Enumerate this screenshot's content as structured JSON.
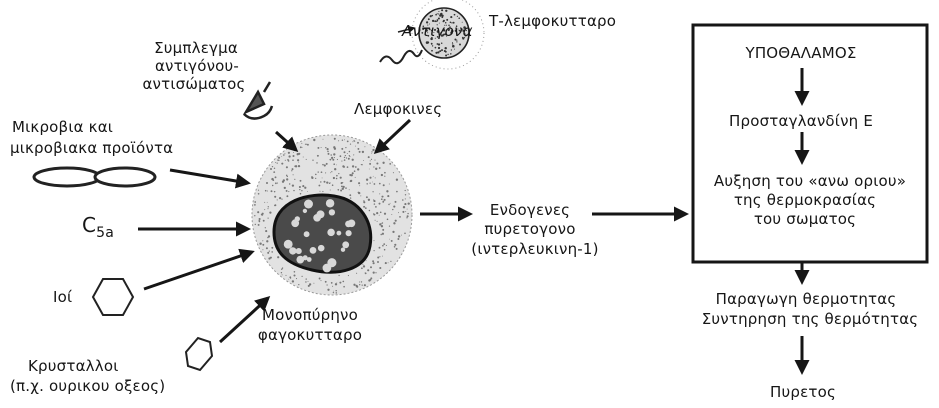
{
  "tcell": {
    "antigen": "Αντιγονα",
    "label": "Τ-λεμφοκυτταρο"
  },
  "complex": {
    "line1": "Συμπλεγμα",
    "line2": "αντιγόνου-",
    "line3": "αντισώματος"
  },
  "lymphokines": "Λεμφοκινες",
  "microbes": {
    "line1": "Μικροβια και",
    "line2": "μικροβιακα προϊόντα"
  },
  "c5a": {
    "base": "C",
    "sub": "5a"
  },
  "viruses": "Ιοί",
  "crystals": {
    "line1": "Κρυσταλλοι",
    "line2": "(π.χ. ουρικου οξεος)"
  },
  "phagocyte": {
    "line1": "Μονοπύρηνο",
    "line2": "φαγοκυτταρο"
  },
  "pyrogen": {
    "line1": "Ενδογενες",
    "line2": "πυρετογονο",
    "line3": "(ιντερλευκινη-1)"
  },
  "hypothalamus_box": {
    "title": "ΥΠΟΘΑΛΑΜΟΣ",
    "step1": "Προσταγλανδίνη Ε",
    "step2_line1": "Αυξηση του «ανω οριου»",
    "step2_line2": "της θερμοκρασίας",
    "step2_line3": "του σωματος"
  },
  "heat": {
    "line1": "Παραγωγη θερμοτητας",
    "line2": "Συντηρηση της θερμότητας"
  },
  "fever": "Πυρετος",
  "colors": {
    "ink": "#161616",
    "stipple": "#7a7a7a",
    "background": "#ffffff"
  }
}
